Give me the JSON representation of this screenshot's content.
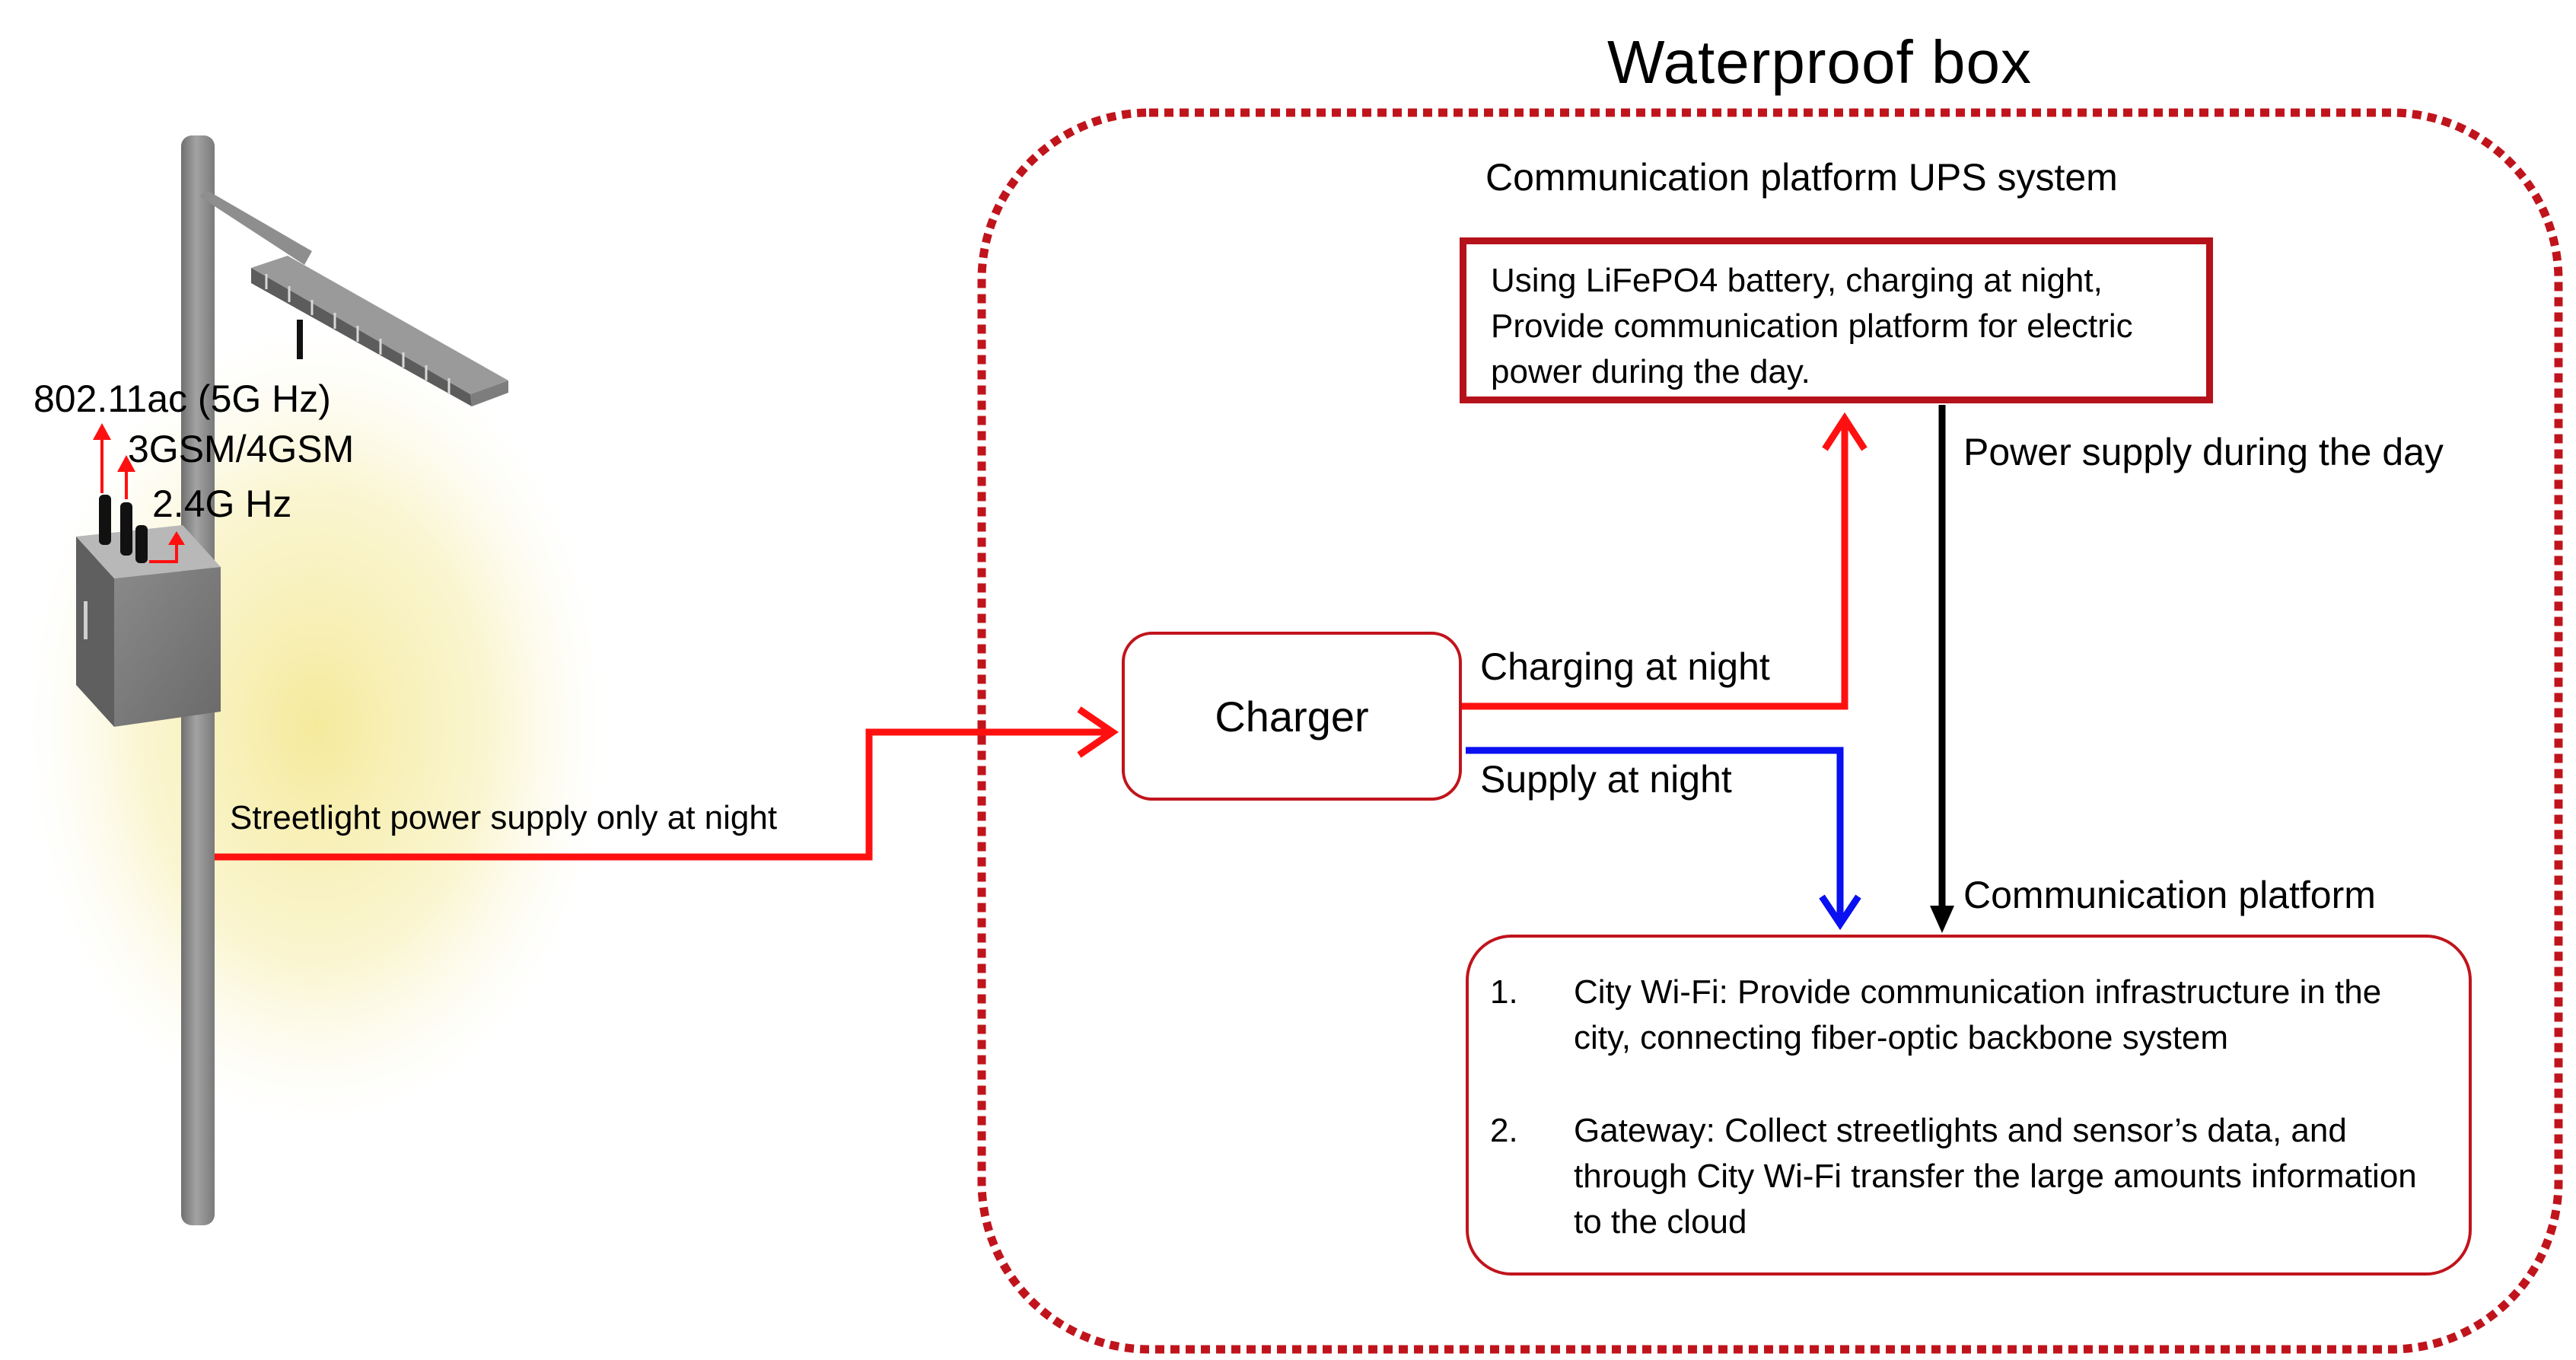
{
  "waterproof_box": {
    "title": "Waterproof box"
  },
  "ups": {
    "heading": "Communication platform UPS system",
    "lines": [
      "Using LiFePO4 battery, charging at night,",
      "Provide communication platform for electric",
      "power during the day."
    ]
  },
  "charger": {
    "label": "Charger"
  },
  "arrows": {
    "streetlight_supply": "Streetlight power supply only at night",
    "charging_at_night": "Charging at night",
    "supply_at_night": "Supply at night",
    "power_supply_day": "Power supply during the day",
    "communication_platform": "Communication platform"
  },
  "antennas": {
    "wifi_5g": "802.11ac (5G Hz)",
    "gsm": "3GSM/4GSM",
    "wifi_24g": "2.4G Hz"
  },
  "comm_platform": {
    "items": [
      {
        "num": "1.",
        "text": "City Wi-Fi: Provide communication infrastructure in the city, connecting fiber-optic backbone system"
      },
      {
        "num": "2.",
        "text": "Gateway: Collect streetlights and sensor’s data, and through City Wi-Fi transfer the large amounts information to the cloud"
      }
    ]
  },
  "colors": {
    "red_arrow": "#ff1010",
    "blue_arrow": "#0a10f0",
    "black_arrow": "#000000",
    "box_border": "#b5121b",
    "dotted_border": "#c0141c",
    "light_glow": "#f7efa0",
    "pole": "#8c8c8c"
  }
}
